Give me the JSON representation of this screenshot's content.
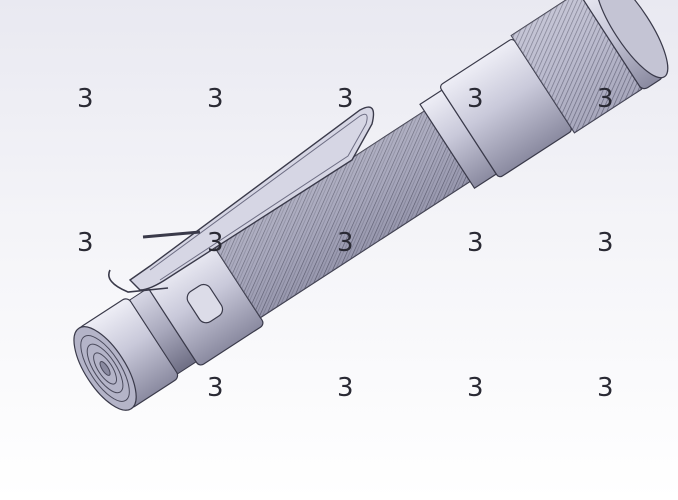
{
  "viewport": {
    "background_top": "#e9e9f1",
    "background_bottom": "#ffffff"
  },
  "model": {
    "subject": "flashlight-cad-render",
    "body_color": "#c9c9da",
    "shadow_color": "#6e6e84",
    "outline_color": "#3a3a4a",
    "knurl_color": "#5a5a6e"
  },
  "watermarks": [
    {
      "text": "3"
    },
    {
      "text": "3"
    },
    {
      "text": "3"
    },
    {
      "text": "3"
    },
    {
      "text": "3"
    },
    {
      "text": "3"
    },
    {
      "text": "3"
    },
    {
      "text": "3"
    },
    {
      "text": "3"
    },
    {
      "text": "3"
    },
    {
      "text": "3"
    },
    {
      "text": "3"
    },
    {
      "text": "3"
    },
    {
      "text": "3"
    }
  ]
}
